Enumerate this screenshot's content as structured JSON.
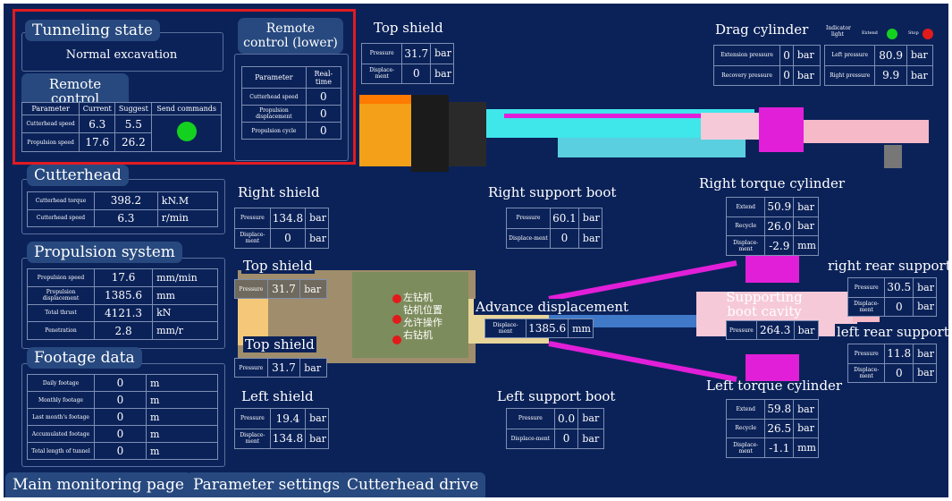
{
  "colors": {
    "background": "#0b2259",
    "header": "#27497f",
    "highlight": "#e11b22",
    "indicator_green": "#14d11f",
    "indicator_red": "#e11b1b",
    "magenta": "#e11fd8",
    "cyan": "#3fe6ea"
  },
  "icons": {
    "send": "green-circle-icon",
    "extension_light": "green-indicator-icon",
    "stop_light": "red-indicator-icon",
    "warning_lights": "red-indicator-icon"
  },
  "state": {
    "title": "Tunneling state",
    "value": "Normal excavation"
  },
  "remote_upper": {
    "title": "Remote control (upper)",
    "headers": [
      "Parameter",
      "Current",
      "Suggest",
      "Send commands"
    ],
    "rows": [
      {
        "label": "Cutterhead speed",
        "current": "6.3",
        "suggest": "5.5"
      },
      {
        "label": "Propulsion speed",
        "current": "17.6",
        "suggest": "26.2"
      }
    ]
  },
  "remote_lower": {
    "title": "Remote control (lower)",
    "headers": [
      "Parameter",
      "Real-time"
    ],
    "rows": [
      {
        "label": "Cutterhead speed",
        "value": "0"
      },
      {
        "label": "Propulsion displacement",
        "value": "0"
      },
      {
        "label": "Propulsion cycle",
        "value": "0"
      }
    ]
  },
  "cutterhead": {
    "title": "Cutterhead",
    "rows": [
      {
        "label": "Cutterhead torque",
        "value": "398.2",
        "unit": "kN.M"
      },
      {
        "label": "Cutterhead speed",
        "value": "6.3",
        "unit": "r/min"
      }
    ]
  },
  "propulsion": {
    "title": "Propulsion system",
    "rows": [
      {
        "label": "Propulsion speed",
        "value": "17.6",
        "unit": "mm/min"
      },
      {
        "label": "Propulsion displacement",
        "value": "1385.6",
        "unit": "mm"
      },
      {
        "label": "Total thrust",
        "value": "4121.3",
        "unit": "kN"
      },
      {
        "label": "Penetration",
        "value": "2.8",
        "unit": "mm/r"
      }
    ]
  },
  "footage": {
    "title": "Footage data",
    "rows": [
      {
        "label": "Daily footage",
        "value": "0",
        "unit": "m"
      },
      {
        "label": "Monthly footage",
        "value": "0",
        "unit": "m"
      },
      {
        "label": "Last month's footage",
        "value": "0",
        "unit": "m"
      },
      {
        "label": "Accumulated footage",
        "value": "0",
        "unit": "m"
      },
      {
        "label": "Total length of tunnel",
        "value": "0",
        "unit": "m"
      }
    ]
  },
  "top_shield_upper": {
    "title": "Top shield",
    "pressure_label": "Pressure",
    "pressure": "31.7",
    "displacement_label": "Displace-ment",
    "displacement": "0",
    "unit": "bar"
  },
  "drag_cylinder": {
    "title": "Drag cylinder",
    "indicator_title": "Indicator light",
    "extension_label": "Extend",
    "stop_label": "Stop",
    "ext_label": "Extension pressure",
    "ext_value": "0",
    "rec_label": "Recovery pressure",
    "rec_value": "0",
    "left_label": "Left pressure",
    "left_value": "80.9",
    "right_label": "Right pressure",
    "right_value": "9.9",
    "unit": "bar"
  },
  "right_shield": {
    "title": "Right shield",
    "pressure_label": "Pressure",
    "pressure": "134.8",
    "displacement_label": "Displace-ment",
    "displacement": "0",
    "unit": "bar"
  },
  "right_support_boot": {
    "title": "Right support boot",
    "pressure_label": "Pressure",
    "pressure": "60.1",
    "displacement_label": "Displace-ment",
    "displacement": "0",
    "unit": "bar"
  },
  "right_torque": {
    "title": "Right torque cylinder",
    "rows": [
      {
        "label": "Extend",
        "value": "50.9",
        "unit": "bar"
      },
      {
        "label": "Recycle",
        "value": "26.0",
        "unit": "bar"
      },
      {
        "label": "Displace-ment",
        "value": "-2.9",
        "unit": "mm"
      }
    ]
  },
  "top_shield_mid": {
    "title": "Top shield",
    "pressure_label": "Pressure",
    "pressure": "31.7",
    "unit": "bar"
  },
  "top_shield_low": {
    "title": "Top shield",
    "pressure_label": "Pressure",
    "pressure": "31.7",
    "unit": "bar"
  },
  "drill_panel": {
    "lines": [
      "左钻机",
      "钻机位置",
      "允许操作",
      "右钻机"
    ]
  },
  "advance": {
    "title": "Advance displacement",
    "label": "Displace-ment",
    "value": "1385.6",
    "unit": "mm"
  },
  "boot_cavity": {
    "title": "Supporting boot cavity",
    "pressure_label": "Pressure",
    "pressure": "264.3",
    "unit": "bar"
  },
  "right_rear": {
    "title": "right rear support",
    "pressure_label": "Pressure",
    "pressure": "30.5",
    "displacement_label": "Displace-ment",
    "displacement": "0",
    "unit": "bar"
  },
  "left_rear": {
    "title": "left rear support",
    "pressure_label": "Pressure",
    "pressure": "11.8",
    "displacement_label": "Displace-ment",
    "displacement": "0",
    "unit": "bar"
  },
  "left_shield": {
    "title": "Left shield",
    "pressure_label": "Pressure",
    "pressure": "19.4",
    "displacement_label": "Displace-ment",
    "displacement": "134.8",
    "unit": "bar"
  },
  "left_support_boot": {
    "title": "Left support boot",
    "pressure_label": "Pressure",
    "pressure": "0.0",
    "displacement_label": "Displace-ment",
    "displacement": "0",
    "unit": "bar"
  },
  "left_torque": {
    "title": "Left torque cylinder",
    "rows": [
      {
        "label": "Extend",
        "value": "59.8",
        "unit": "bar"
      },
      {
        "label": "Recycle",
        "value": "26.5",
        "unit": "bar"
      },
      {
        "label": "Displace-ment",
        "value": "-1.1",
        "unit": "mm"
      }
    ]
  },
  "nav": [
    "Main monitoring page",
    "Parameter settings",
    "Cutterhead drive"
  ]
}
